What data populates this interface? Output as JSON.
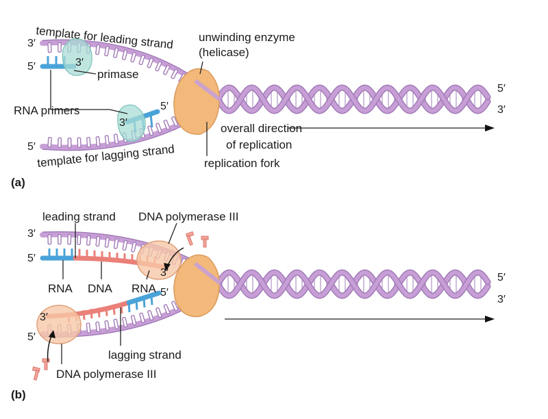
{
  "panel_a": {
    "letter": "(a)",
    "template_leading": "template for leading strand",
    "template_lagging": "template for lagging strand",
    "enzyme_line1": "unwinding enzyme",
    "enzyme_line2": "(helicase)",
    "primase": "primase",
    "rna_primers": "RNA primers",
    "direction_line1": "overall direction",
    "direction_line2": "of replication",
    "replication_fork": "replication fork",
    "top_left_end": "3′",
    "primer_left_end": "5′",
    "primer_top_3": "3′",
    "lagging_primer_5": "5′",
    "lagging_primer_3": "3′",
    "bottom_left_end": "5′",
    "helix_top_end": "5′",
    "helix_bottom_end": "3′"
  },
  "panel_b": {
    "letter": "(b)",
    "leading_strand": "leading strand",
    "dna_pol_top": "DNA polymerase III",
    "rna_left": "RNA",
    "dna_mid": "DNA",
    "rna_right": "RNA",
    "lagging_strand": "lagging strand",
    "dna_pol_bottom": "DNA polymerase III",
    "top_left_end": "3′",
    "leading_left_end": "5′",
    "pol_top_3": "3′",
    "rna_right_5": "5′",
    "pol_bottom_3": "3′",
    "bottom_left_end": "5′",
    "helix_top_end": "5′",
    "helix_bottom_end": "3′"
  },
  "colors": {
    "backbone": "#c79fd6",
    "backbone_dark": "#a27bb8",
    "rna": "#4aa3d8",
    "dna_new": "#ea8078",
    "helicase": "#f2b97a",
    "primase": "#a9dcd6",
    "polymerase": "#f7c8a8"
  }
}
